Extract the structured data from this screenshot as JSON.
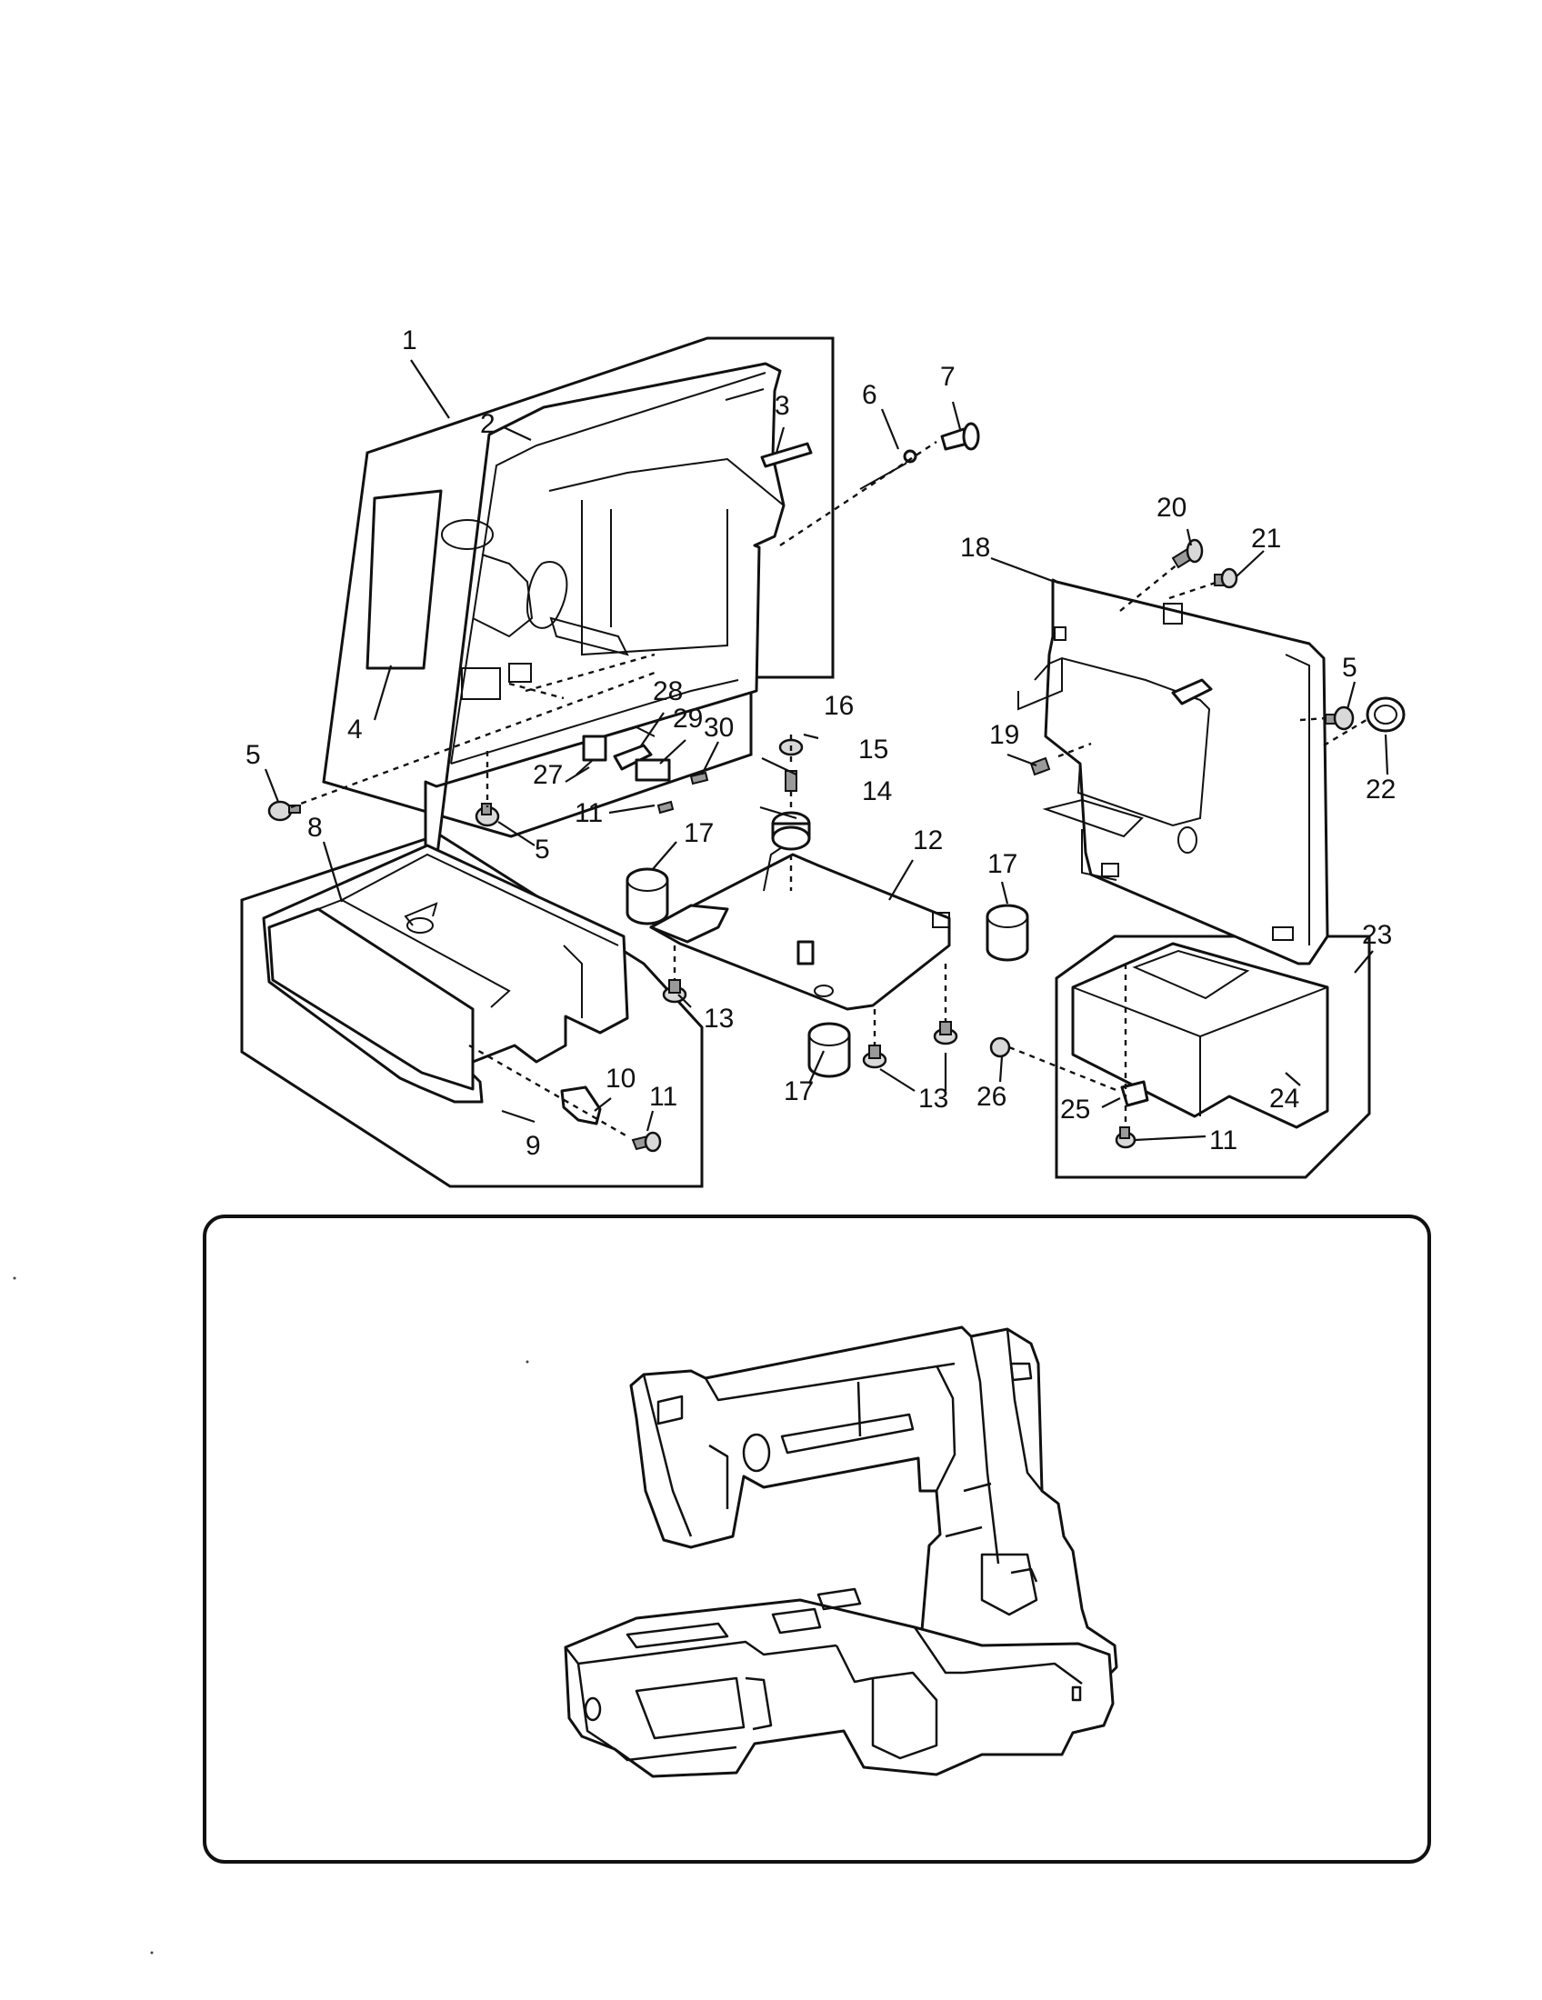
{
  "diagram": {
    "callouts": [
      {
        "id": "c1",
        "text": "1"
      },
      {
        "id": "c2",
        "text": "2"
      },
      {
        "id": "c3",
        "text": "3"
      },
      {
        "id": "c4",
        "text": "4"
      },
      {
        "id": "c5a",
        "text": "5"
      },
      {
        "id": "c5b",
        "text": "5"
      },
      {
        "id": "c5c",
        "text": "5"
      },
      {
        "id": "c6",
        "text": "6"
      },
      {
        "id": "c7",
        "text": "7"
      },
      {
        "id": "c8",
        "text": "8"
      },
      {
        "id": "c9",
        "text": "9"
      },
      {
        "id": "c10",
        "text": "10"
      },
      {
        "id": "c11a",
        "text": "11"
      },
      {
        "id": "c11b",
        "text": "11"
      },
      {
        "id": "c11c",
        "text": "11"
      },
      {
        "id": "c12",
        "text": "12"
      },
      {
        "id": "c13a",
        "text": "13"
      },
      {
        "id": "c13b",
        "text": "13"
      },
      {
        "id": "c14",
        "text": "14"
      },
      {
        "id": "c15",
        "text": "15"
      },
      {
        "id": "c16",
        "text": "16"
      },
      {
        "id": "c17a",
        "text": "17"
      },
      {
        "id": "c17b",
        "text": "17"
      },
      {
        "id": "c17c",
        "text": "17"
      },
      {
        "id": "c18",
        "text": "18"
      },
      {
        "id": "c19",
        "text": "19"
      },
      {
        "id": "c20",
        "text": "20"
      },
      {
        "id": "c21",
        "text": "21"
      },
      {
        "id": "c22",
        "text": "22"
      },
      {
        "id": "c23",
        "text": "23"
      },
      {
        "id": "c24",
        "text": "24"
      },
      {
        "id": "c25",
        "text": "25"
      },
      {
        "id": "c26",
        "text": "26"
      },
      {
        "id": "c27",
        "text": "27"
      },
      {
        "id": "c28",
        "text": "28"
      },
      {
        "id": "c29",
        "text": "29"
      },
      {
        "id": "c30",
        "text": "30"
      }
    ]
  }
}
